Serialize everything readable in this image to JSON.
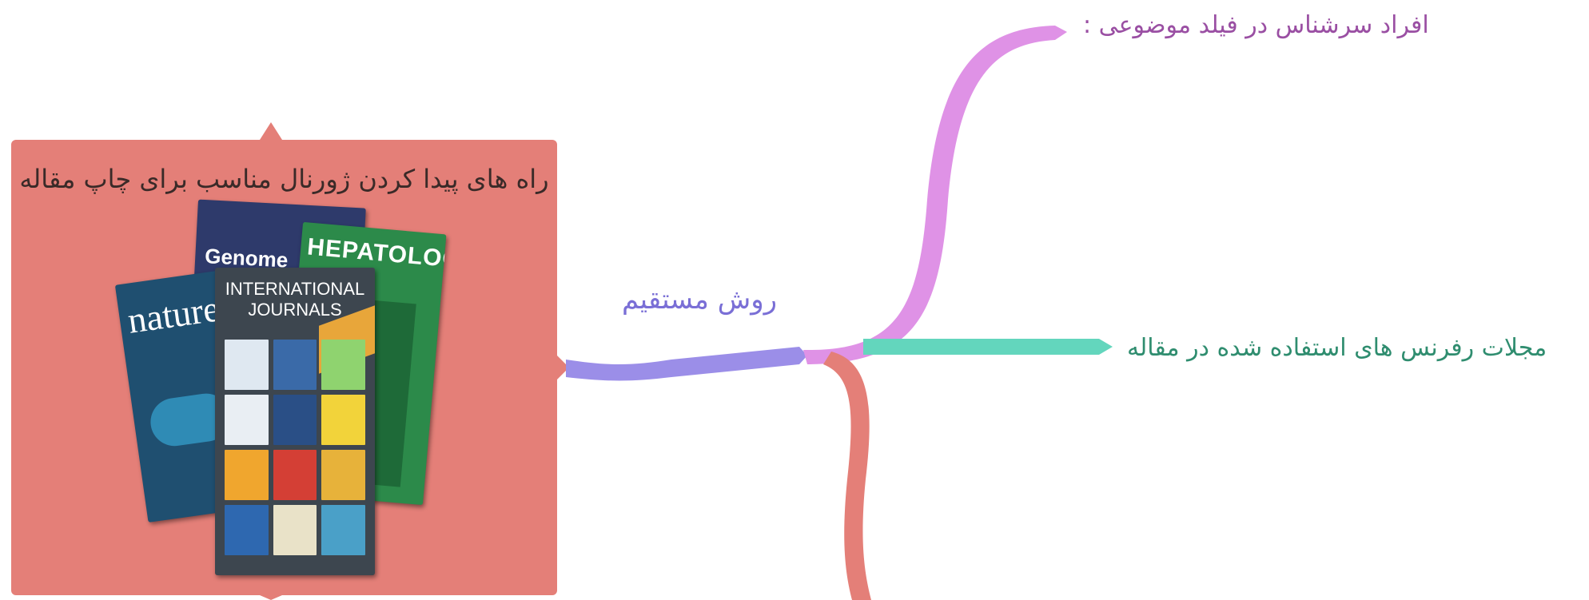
{
  "root": {
    "title": "راه های پیدا کردن ژورنال مناسب برای چاپ مقاله",
    "color": "#e47f78",
    "image_label": "journal-covers-collage",
    "covers": {
      "genome": "Genome",
      "hepatology": "HEPATOLOGY",
      "nature": "nature",
      "international_journals": "INTERNATIONAL JOURNALS"
    }
  },
  "branch": {
    "label": "روش مستقیم",
    "color": "#9b8ee8"
  },
  "children": [
    {
      "label": "افراد سرشناس در فیلد موضوعی :",
      "color": "#df92e6",
      "text_color": "#9a4fa3"
    },
    {
      "label": "مجلات رفرنس های استفاده شده در مقاله",
      "color": "#63d6bd",
      "text_color": "#2f8d6f"
    },
    {
      "label": "",
      "color": "#e47f78"
    }
  ]
}
